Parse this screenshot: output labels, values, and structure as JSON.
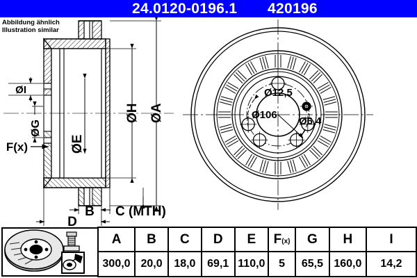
{
  "header": {
    "part_number": "24.0120-0196.1",
    "reference_number": "420196",
    "background_color": "#0000ff",
    "text_color": "#ffffff"
  },
  "note": {
    "line_de": "Abbildung ähnlich",
    "line_en": "Illustration similar"
  },
  "section_view": {
    "labels": {
      "dia_i": "ØI",
      "dia_g": "ØG",
      "dia_e": "ØE",
      "dia_h": "ØH",
      "dia_a": "ØA",
      "force": "F(x)",
      "b": "B",
      "c": "C (MTH)",
      "d": "D"
    }
  },
  "face_view": {
    "callouts": {
      "bolt_hole_dia": "Ø12,5",
      "pitch_circle_dia": "Ø106",
      "pin_hole_dia": "Ø6,4"
    },
    "bolt_hole_count": 5
  },
  "spec_table": {
    "headers": [
      "A",
      "B",
      "C",
      "D",
      "E",
      "F(x)",
      "G",
      "H",
      "I"
    ],
    "fx_label_main": "F",
    "fx_label_sub": "(x)",
    "values": [
      "300,0",
      "20,0",
      "18,0",
      "69,1",
      "110,0",
      "5",
      "65,5",
      "160,0",
      "14,2"
    ]
  },
  "icons": {
    "brake_disc": "brake-disc-icon",
    "bolt": "bolt-icon",
    "torque_tool": "torque-tool-icon"
  }
}
